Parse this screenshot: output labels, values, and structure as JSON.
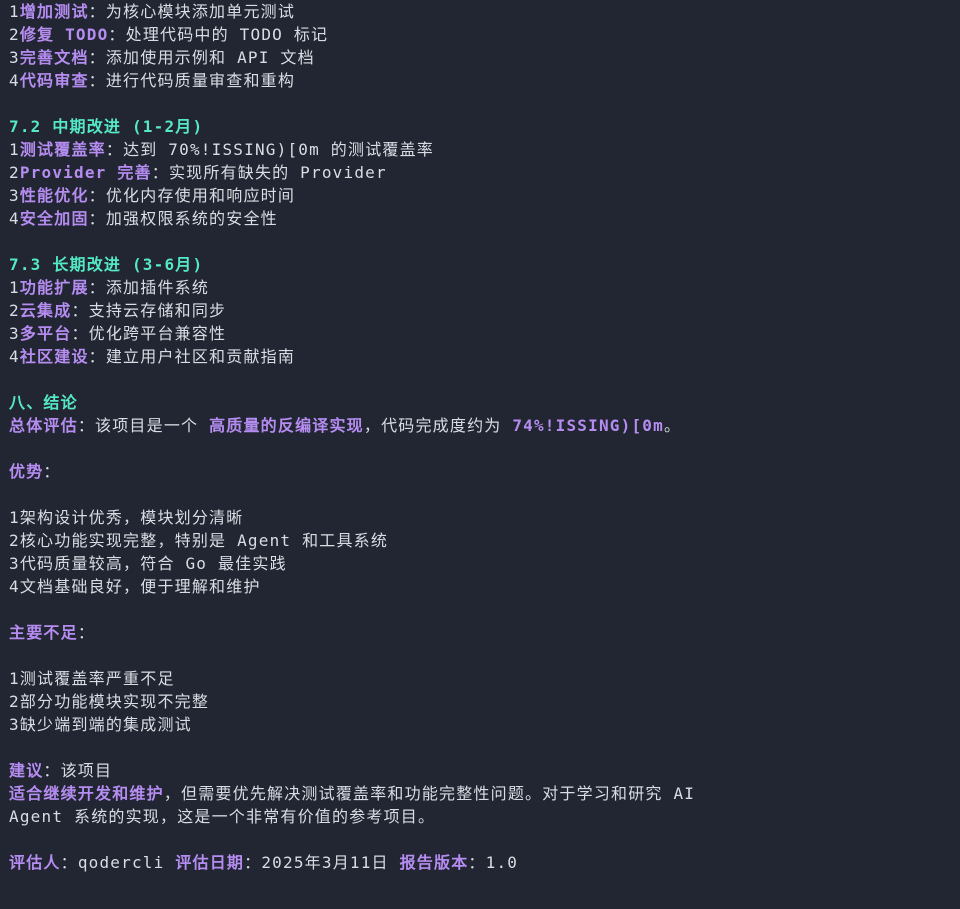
{
  "terminal": {
    "background": "#222632",
    "colors": {
      "heading": "#54e8c6",
      "emphasis": "#b58cf0",
      "text": "#d9dde3"
    },
    "short_term": [
      {
        "num": "1",
        "title": "增加测试",
        "sep": "：",
        "text": "为核心模块添加单元测试"
      },
      {
        "num": "2",
        "title": "修复 TODO",
        "sep": "：",
        "text": "处理代码中的 TODO 标记"
      },
      {
        "num": "3",
        "title": "完善文档",
        "sep": "：",
        "text": "添加使用示例和 API 文档"
      },
      {
        "num": "4",
        "title": "代码审查",
        "sep": "：",
        "text": "进行代码质量审查和重构"
      }
    ],
    "mid_term": {
      "heading": "7.2 中期改进 (1-2月)",
      "items": [
        {
          "num": "1",
          "title": "测试覆盖率",
          "sep": "：",
          "text": "达到 70%!ISSING)[0m 的测试覆盖率"
        },
        {
          "num": "2",
          "title": "Provider 完善",
          "sep": "：",
          "text": "实现所有缺失的 Provider"
        },
        {
          "num": "3",
          "title": "性能优化",
          "sep": "：",
          "text": "优化内存使用和响应时间"
        },
        {
          "num": "4",
          "title": "安全加固",
          "sep": "：",
          "text": "加强权限系统的安全性"
        }
      ]
    },
    "long_term": {
      "heading": "7.3 长期改进 (3-6月)",
      "items": [
        {
          "num": "1",
          "title": "功能扩展",
          "sep": "：",
          "text": "添加插件系统"
        },
        {
          "num": "2",
          "title": "云集成",
          "sep": "：",
          "text": "支持云存储和同步"
        },
        {
          "num": "3",
          "title": "多平台",
          "sep": "：",
          "text": "优化跨平台兼容性"
        },
        {
          "num": "4",
          "title": "社区建设",
          "sep": "：",
          "text": "建立用户社区和贡献指南"
        }
      ]
    },
    "conclusion": {
      "heading": "八、结论",
      "overall_label": "总体评估",
      "overall_sep": "：",
      "overall_text_1": "该项目是一个 ",
      "overall_emph_1": "高质量的反编译实现",
      "overall_text_2": "，代码完成度约为 ",
      "overall_emph_2": "74%!ISSING)[0m",
      "overall_text_3": "。",
      "strengths_label": "优势",
      "strengths_sep": "：",
      "strengths": [
        {
          "num": "1",
          "text": "架构设计优秀，模块划分清晰"
        },
        {
          "num": "2",
          "text": "核心功能实现完整，特别是 Agent 和工具系统"
        },
        {
          "num": "3",
          "text": "代码质量较高，符合 Go 最佳实践"
        },
        {
          "num": "4",
          "text": "文档基础良好，便于理解和维护"
        }
      ],
      "weaknesses_label": "主要不足",
      "weaknesses_sep": "：",
      "weaknesses": [
        {
          "num": "1",
          "text": "测试覆盖率严重不足"
        },
        {
          "num": "2",
          "text": "部分功能模块实现不完整"
        },
        {
          "num": "3",
          "text": "缺少端到端的集成测试"
        }
      ],
      "advice_label": "建议",
      "advice_sep": "：",
      "advice_text": "该项目",
      "advice_emph": "适合继续开发和维护",
      "advice_rest_1": "，但需要优先解决测试覆盖率和功能完整性问题。对于学习和研究 AI",
      "advice_rest_2": "Agent 系统的实现，这是一个非常有价值的参考项目。",
      "footer": {
        "evaluator_label": "评估人",
        "evaluator_sep": "：",
        "evaluator_value": "qodercli ",
        "date_label": "评估日期",
        "date_sep": "：",
        "date_value": "2025年3月11日 ",
        "version_label": "报告版本",
        "version_sep": "：",
        "version_value": "1.0"
      }
    }
  }
}
